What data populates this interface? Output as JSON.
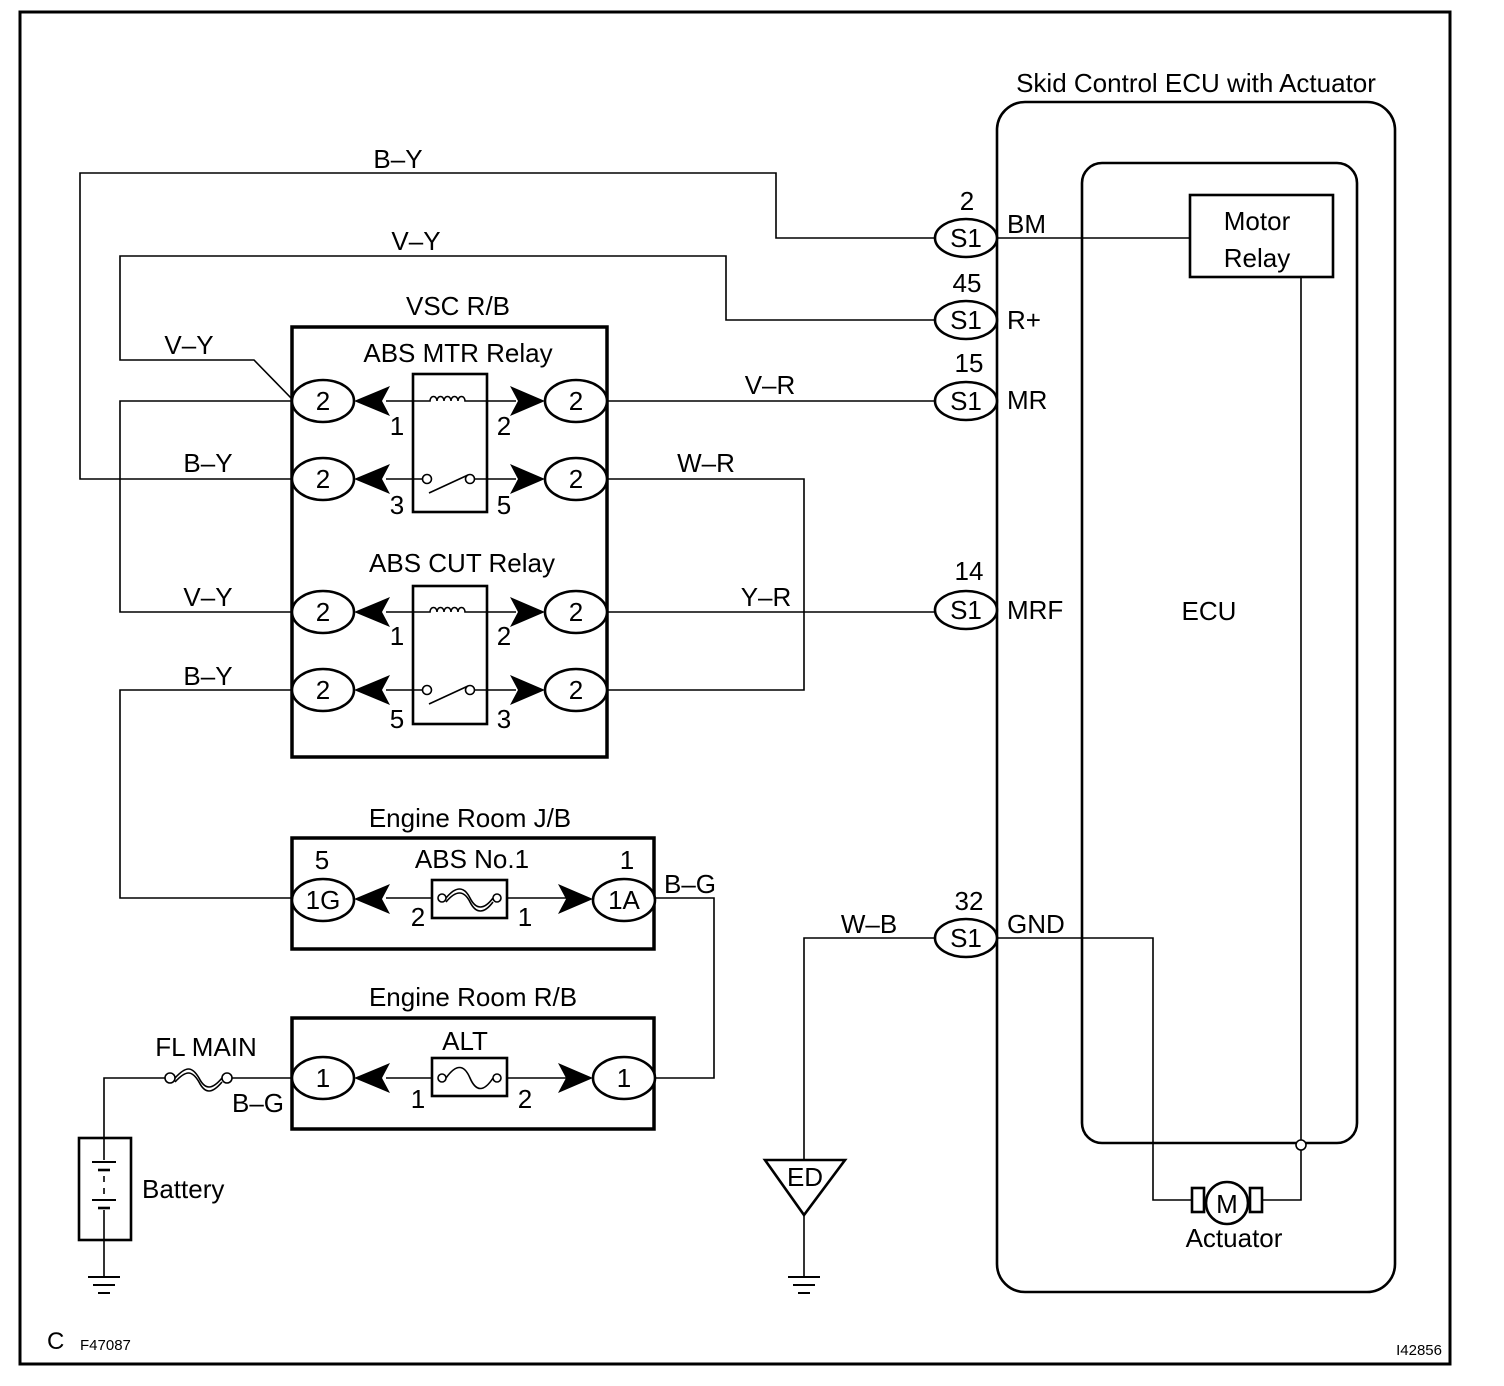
{
  "ecu": {
    "title": "Skid Control ECU with Actuator",
    "inner_label": "ECU",
    "motor_relay": [
      "Motor",
      "Relay"
    ],
    "actuator_label": "Actuator",
    "motor_symbol": "M"
  },
  "ecu_pins": [
    {
      "num": "2",
      "connector": "S1",
      "terminal": "BM"
    },
    {
      "num": "45",
      "connector": "S1",
      "terminal": "R+"
    },
    {
      "num": "15",
      "connector": "S1",
      "terminal": "MR"
    },
    {
      "num": "14",
      "connector": "S1",
      "terminal": "MRF"
    },
    {
      "num": "32",
      "connector": "S1",
      "terminal": "GND"
    }
  ],
  "vsc_rb": {
    "title": "VSC R/B",
    "mtr_relay": {
      "label": "ABS MTR Relay",
      "connectors": [
        "2",
        "2",
        "2",
        "2"
      ],
      "pins": [
        "1",
        "2",
        "3",
        "5"
      ]
    },
    "cut_relay": {
      "label": "ABS CUT Relay",
      "connectors": [
        "2",
        "2",
        "2",
        "2"
      ],
      "pins": [
        "1",
        "2",
        "5",
        "3"
      ]
    }
  },
  "engine_room_jb": {
    "title": "Engine Room J/B",
    "fuse": "ABS No.1",
    "left_connector": "1G",
    "left_num": "5",
    "right_connector": "1A",
    "right_num": "1",
    "pins": [
      "2",
      "1"
    ]
  },
  "engine_room_rb": {
    "title": "Engine Room R/B",
    "fuse": "ALT",
    "left_connector": "1",
    "right_connector": "1",
    "pins": [
      "1",
      "2"
    ]
  },
  "wire_labels": {
    "by_top": "B–Y",
    "vy_top": "V–Y",
    "vy_left": "V–Y",
    "by_mid": "B–Y",
    "vr": "V–R",
    "wr": "W–R",
    "vy_cut": "V–Y",
    "yr": "Y–R",
    "by_low": "B–Y",
    "bg_jb": "B–G",
    "bg_battery": "B–G",
    "wb": "W–B"
  },
  "battery": {
    "fuse": "FL MAIN",
    "label": "Battery"
  },
  "ground_ed": "ED",
  "footer": {
    "corner": "C",
    "figure_code": "F47087",
    "image_code": "I42856"
  }
}
